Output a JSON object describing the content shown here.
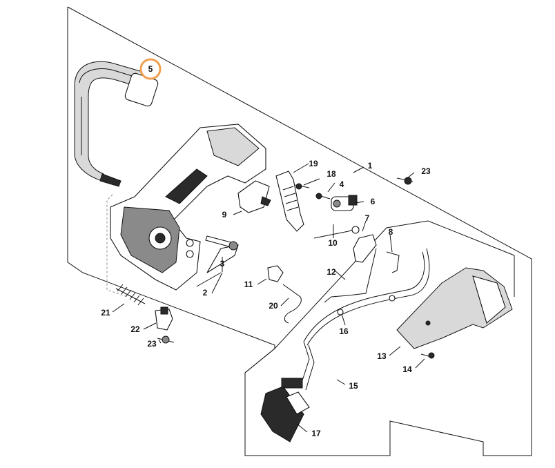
{
  "labels": {
    "p1": "1",
    "p2": "2",
    "p3": "3",
    "p4": "4",
    "p5": "5",
    "p6": "6",
    "p7": "7",
    "p8": "8",
    "p9": "9",
    "p10": "10",
    "p11": "11",
    "p12": "12",
    "p13": "13",
    "p14": "14",
    "p15": "15",
    "p16": "16",
    "p17": "17",
    "p18": "18",
    "p19": "19",
    "p20": "20",
    "p21": "21",
    "p22": "22",
    "p23a": "23",
    "p23b": "23"
  },
  "highlight": {
    "part": "5",
    "color": "#f0a050"
  },
  "icons": {
    "handle": "front-handle-icon",
    "housing": "handle-housing-icon"
  }
}
